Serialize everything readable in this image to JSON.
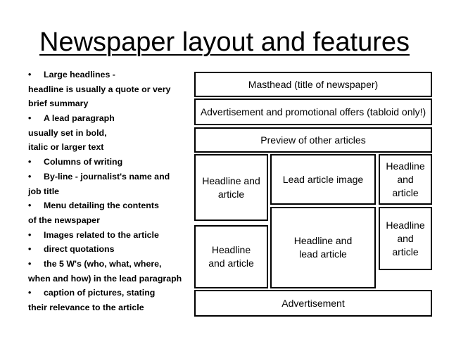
{
  "title": "Newspaper layout and features",
  "bullets": [
    {
      "bullet": "•",
      "text": "Large headlines -"
    },
    {
      "bullet": "",
      "text": "headline is usually a quote or very"
    },
    {
      "bullet": "",
      "text": "brief summary"
    },
    {
      "bullet": "•",
      "text": "A lead paragraph"
    },
    {
      "bullet": "",
      "text": "usually set in bold,"
    },
    {
      "bullet": "",
      "text": "italic or larger text"
    },
    {
      "bullet": "•",
      "text": "Columns of writing"
    },
    {
      "bullet": "•",
      "text": "By-line - journalist's name  and"
    },
    {
      "bullet": "",
      "text": "job title"
    },
    {
      "bullet": "•",
      "text": "Menu detailing the contents"
    },
    {
      "bullet": "",
      "text": "of the newspaper"
    },
    {
      "bullet": "•",
      "text": "Images related to the article"
    },
    {
      "bullet": "•",
      "text": "direct quotations"
    },
    {
      "bullet": "•",
      "text": "the 5 W's (who, what, where,"
    },
    {
      "bullet": "",
      "text": "when and how) in the lead paragraph"
    },
    {
      "bullet": "•",
      "text": "caption of pictures, stating"
    },
    {
      "bullet": "",
      "text": "their relevance to the article"
    }
  ],
  "layout": {
    "masthead": "Masthead (title of newspaper)",
    "advertisement_top": "Advertisement and promotional offers (tabloid only!)",
    "preview": "Preview of other articles",
    "headline_left_top": "Headline and article",
    "lead_image": "Lead article image",
    "headline_right_top": "Headline and article",
    "headline_left_bottom": "Headline and article",
    "headline_lead": "Headline and lead article",
    "headline_right_bottom": "Headline and article",
    "advertisement_bottom": "Advertisement"
  }
}
